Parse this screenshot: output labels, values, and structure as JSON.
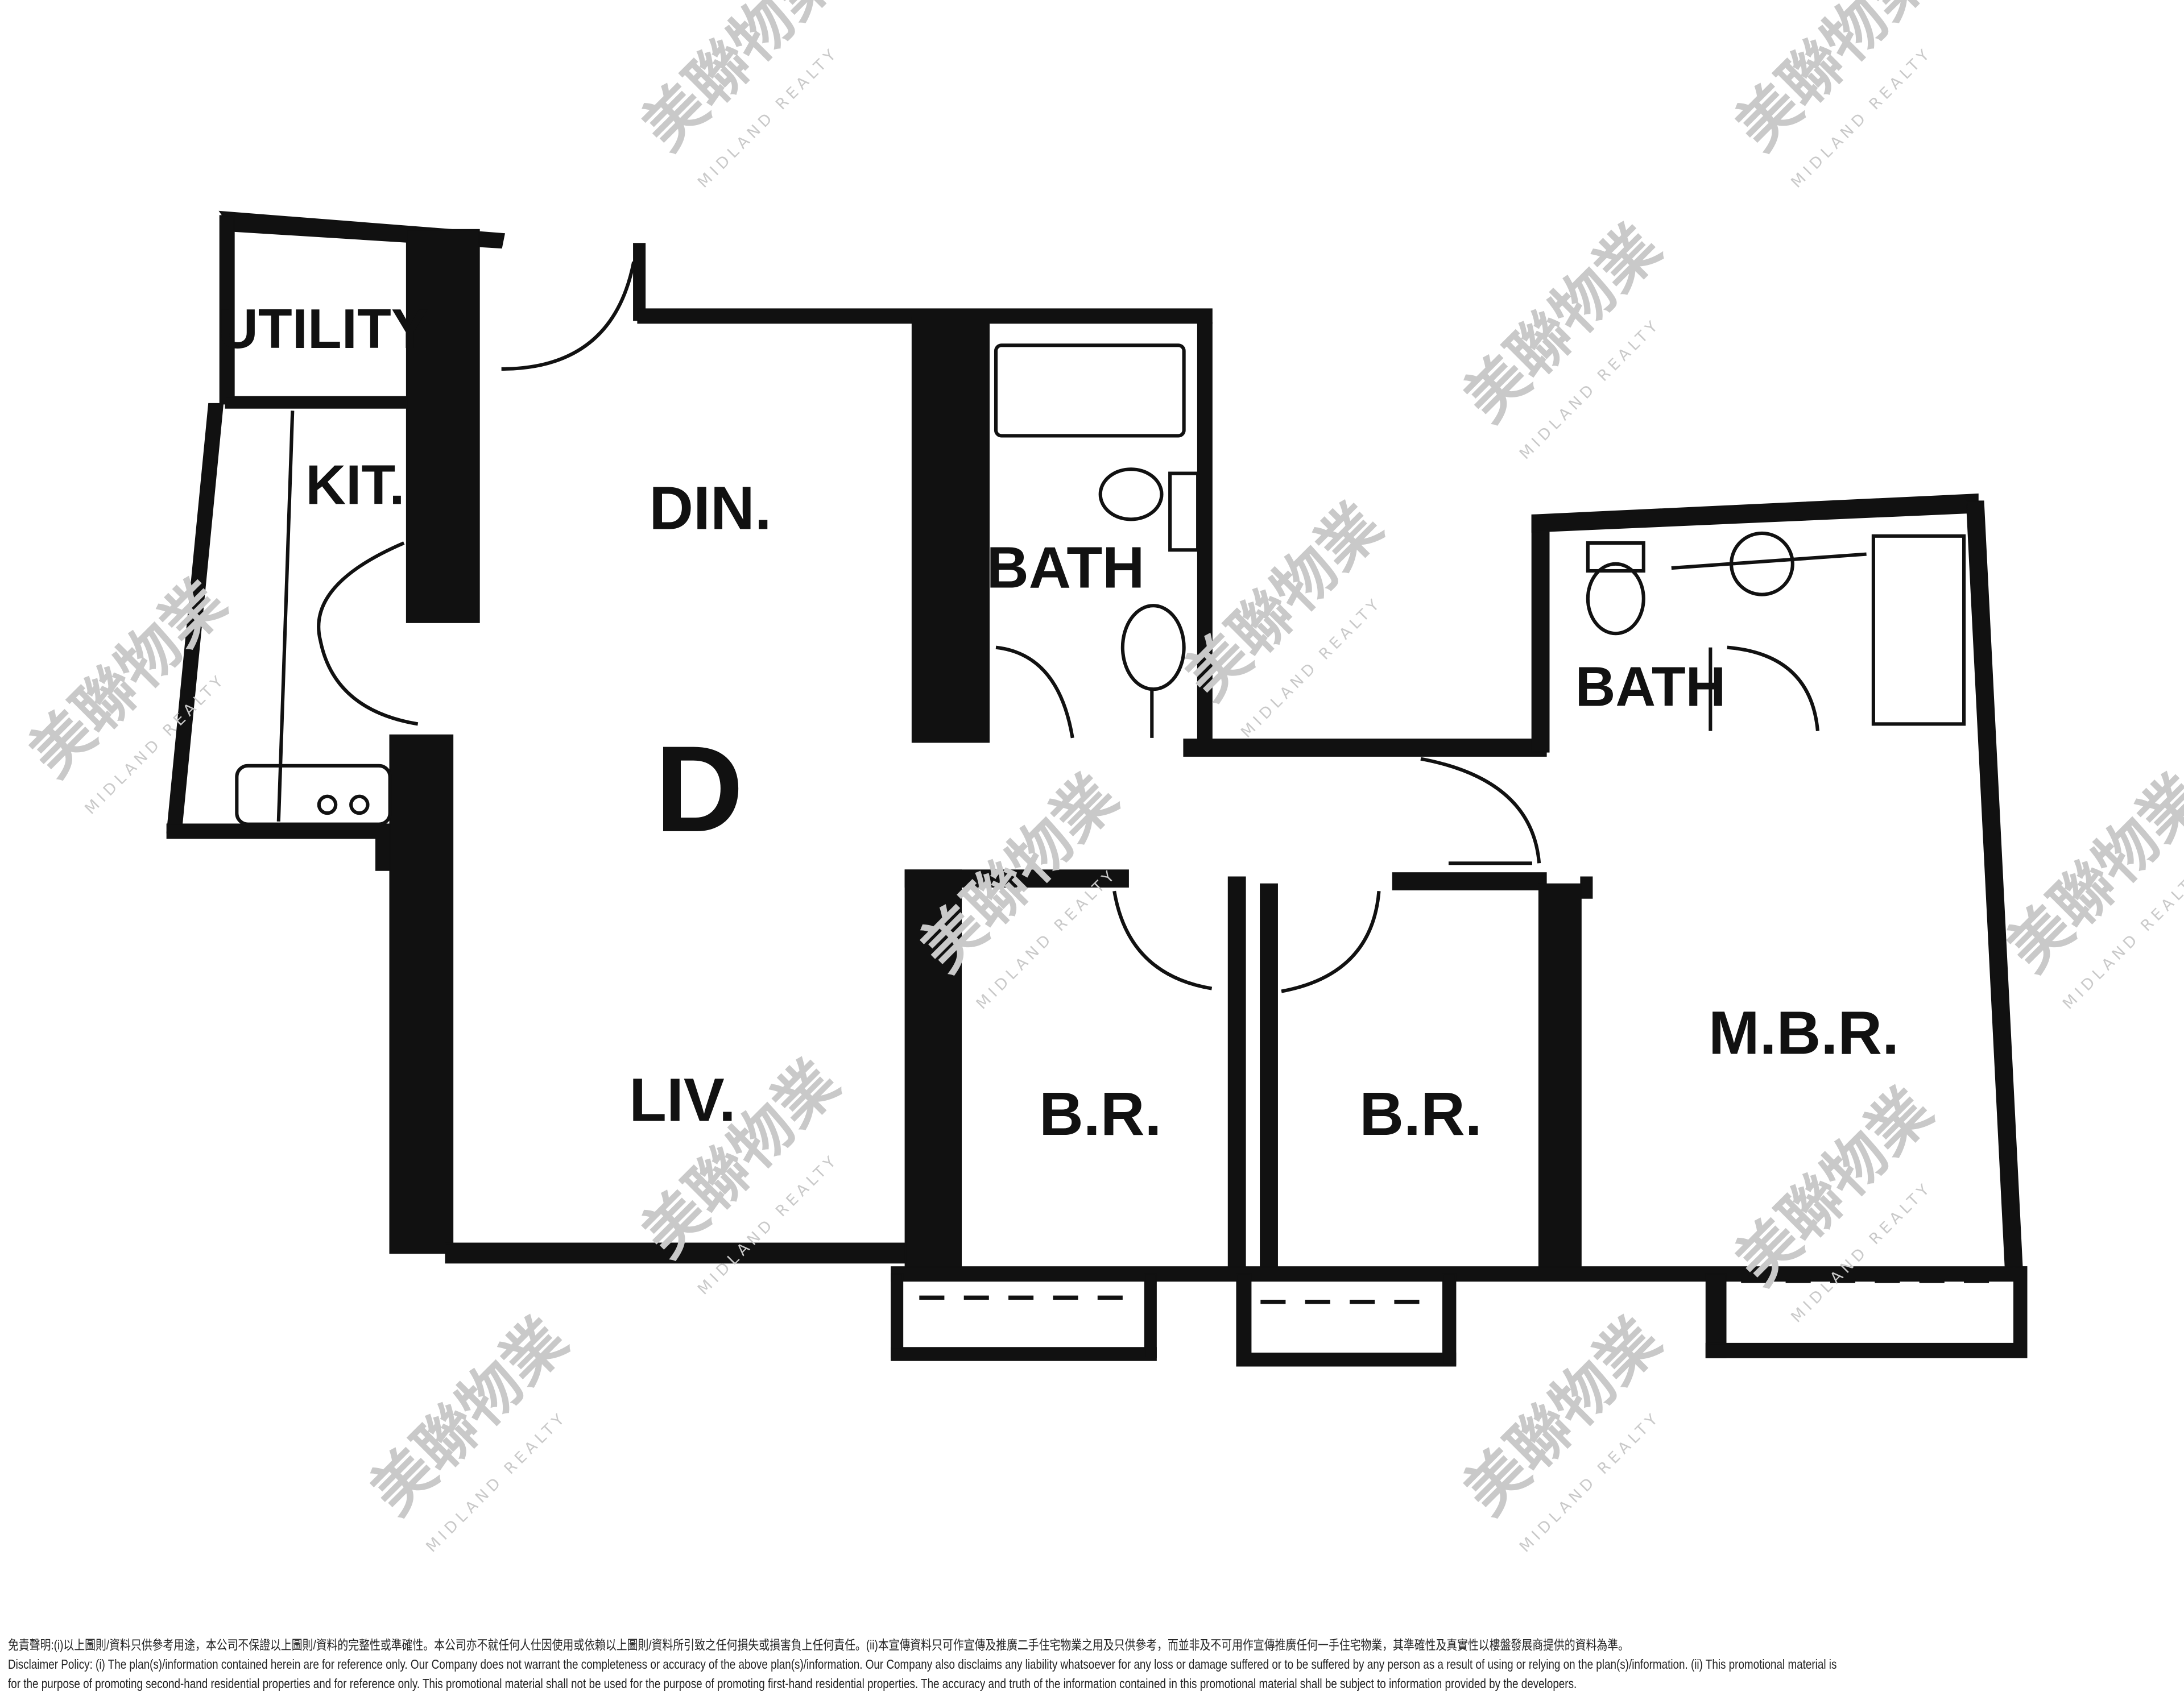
{
  "unit_label": "D",
  "rooms": {
    "utility": "UTILITY",
    "kitchen": "KIT.",
    "dining": "DIN.",
    "bath1": "BATH",
    "bath2": "BATH",
    "living": "LIV.",
    "bedroom1": "B.R.",
    "bedroom2": "B.R.",
    "master_bedroom": "M.B.R."
  },
  "watermark": {
    "chinese": "美聯物業",
    "english": "MIDLAND REALTY"
  },
  "disclaimer": {
    "chinese": "免責聲明:(i)以上圖則/資料只供參考用途，本公司不保證以上圖則/資料的完整性或準確性。本公司亦不就任何人仕因使用或依賴以上圖則/資料所引致之任何損失或損害負上任何責任。(ii)本宣傳資料只可作宣傳及推廣二手住宅物業之用及只供參考，而並非及不可用作宣傳推廣任何一手住宅物業，其準確性及真實性以樓盤發展商提供的資料為準。",
    "english_line1": "Disclaimer Policy: (i) The plan(s)/information contained herein are for reference only. Our Company does not warrant the completeness or accuracy of the above plan(s)/information. Our Company also disclaims any liability whatsoever for any loss or damage suffered or to be suffered by any person as a result of using or relying on the plan(s)/information. (ii) This promotional material is",
    "english_line2": "for the purpose of promoting second-hand residential properties and for reference only. This promotional material shall not be used for the purpose of promoting first-hand residential properties. The accuracy and truth of the information contained in this promotional material shall be subject to information provided by the developers."
  }
}
